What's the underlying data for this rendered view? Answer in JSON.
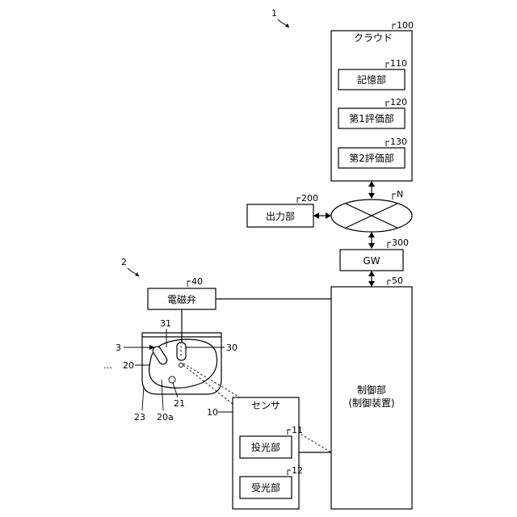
{
  "system": {
    "ref": "1"
  },
  "cloud": {
    "ref": "100",
    "label": "クラウド",
    "memory": {
      "ref": "110",
      "label": "記憶部"
    },
    "eval1": {
      "ref": "120",
      "label": "第1評価部"
    },
    "eval2": {
      "ref": "130",
      "label": "第2評価部"
    }
  },
  "network": {
    "ref": "N"
  },
  "output": {
    "ref": "200",
    "label": "出力部"
  },
  "gateway": {
    "ref": "300",
    "label": "GW"
  },
  "controller": {
    "ref": "50",
    "label_line1": "制御部",
    "label_line2": "(制御装置)"
  },
  "device": {
    "ref": "2"
  },
  "valve": {
    "ref": "40",
    "label": "電磁弁"
  },
  "sink": {
    "ref_3": "3",
    "ref_20": "20",
    "ref_20a": "20a",
    "ref_21": "21",
    "ref_23": "23",
    "ref_30": "30",
    "ref_31": "31",
    "ellipsis": "…"
  },
  "sensor": {
    "ref": "10",
    "label": "センサ",
    "emitter": {
      "ref": "11",
      "label": "投光部"
    },
    "receiver": {
      "ref": "12",
      "label": "受光部"
    }
  }
}
